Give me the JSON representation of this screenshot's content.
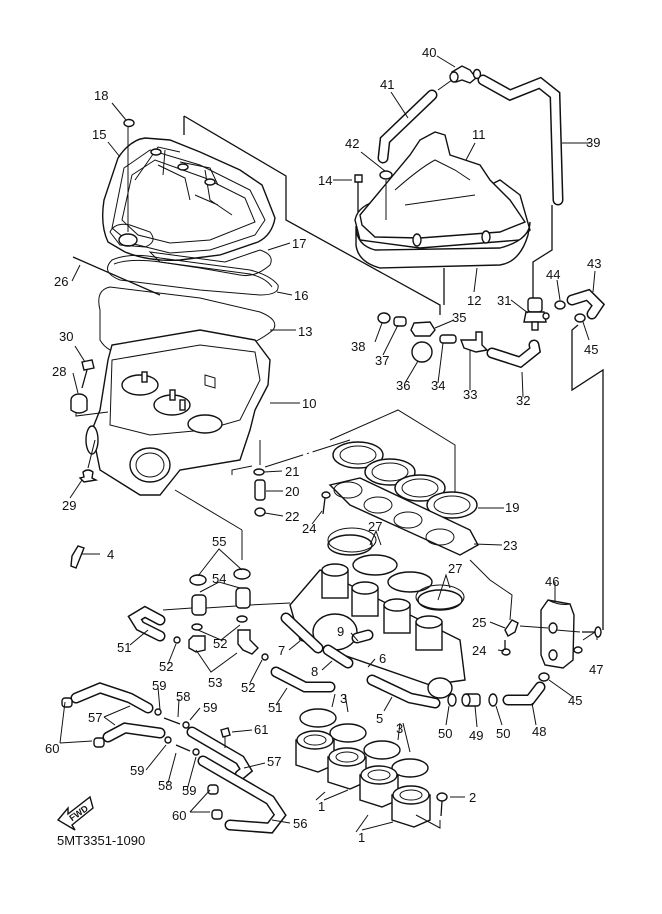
{
  "diagram": {
    "title": "Intake / Air Filter Case Exploded Parts Diagram",
    "drawing_code": "5MT3351-1090",
    "direction_indicator": "FWD",
    "callouts": [
      {
        "id": "c18",
        "number": "18",
        "part": "grommet"
      },
      {
        "id": "c15",
        "number": "15",
        "part": "air-filter-case-cover"
      },
      {
        "id": "c17",
        "number": "17",
        "part": "element-gasket"
      },
      {
        "id": "c16",
        "number": "16",
        "part": "seal"
      },
      {
        "id": "c26",
        "number": "26",
        "part": "rod"
      },
      {
        "id": "c13",
        "number": "13",
        "part": "case-seal"
      },
      {
        "id": "c30",
        "number": "30",
        "part": "bolt"
      },
      {
        "id": "c28",
        "number": "28",
        "part": "damper"
      },
      {
        "id": "c10",
        "number": "10",
        "part": "air-filter-case"
      },
      {
        "id": "c29",
        "number": "29",
        "part": "collar"
      },
      {
        "id": "c21",
        "number": "21",
        "part": "clip"
      },
      {
        "id": "c20",
        "number": "20",
        "part": "collar"
      },
      {
        "id": "c22",
        "number": "22",
        "part": "screw"
      },
      {
        "id": "c24a",
        "number": "24",
        "part": "screw"
      },
      {
        "id": "c4",
        "number": "4",
        "part": "bracket"
      },
      {
        "id": "c55",
        "number": "55",
        "part": "clamp"
      },
      {
        "id": "c54",
        "number": "54",
        "part": "joint"
      },
      {
        "id": "c51a",
        "number": "51",
        "part": "hose"
      },
      {
        "id": "c52a",
        "number": "52",
        "part": "clip"
      },
      {
        "id": "c52b",
        "number": "52",
        "part": "clip"
      },
      {
        "id": "c53",
        "number": "53",
        "part": "joint"
      },
      {
        "id": "c52c",
        "number": "52",
        "part": "clip"
      },
      {
        "id": "c51b",
        "number": "51",
        "part": "hose"
      },
      {
        "id": "c7",
        "number": "7",
        "part": "hose"
      },
      {
        "id": "c8",
        "number": "8",
        "part": "hose"
      },
      {
        "id": "c9",
        "number": "9",
        "part": "hose"
      },
      {
        "id": "c6",
        "number": "6",
        "part": "clip"
      },
      {
        "id": "c5",
        "number": "5",
        "part": "hose"
      },
      {
        "id": "c40",
        "number": "40",
        "part": "elbow-joint"
      },
      {
        "id": "c41",
        "number": "41",
        "part": "hose"
      },
      {
        "id": "c39",
        "number": "39",
        "part": "hose"
      },
      {
        "id": "c11",
        "number": "11",
        "part": "cover"
      },
      {
        "id": "c42",
        "number": "42",
        "part": "grommet"
      },
      {
        "id": "c14",
        "number": "14",
        "part": "screw"
      },
      {
        "id": "c12",
        "number": "12",
        "part": "seal"
      },
      {
        "id": "c31",
        "number": "31",
        "part": "valve"
      },
      {
        "id": "c44",
        "number": "44",
        "part": "clip"
      },
      {
        "id": "c43",
        "number": "43",
        "part": "hose"
      },
      {
        "id": "c45a",
        "number": "45",
        "part": "clip"
      },
      {
        "id": "c35",
        "number": "35",
        "part": "joint"
      },
      {
        "id": "c38",
        "number": "38",
        "part": "nut"
      },
      {
        "id": "c37",
        "number": "37",
        "part": "collar"
      },
      {
        "id": "c36",
        "number": "36",
        "part": "damper"
      },
      {
        "id": "c34",
        "number": "34",
        "part": "hose"
      },
      {
        "id": "c33",
        "number": "33",
        "part": "t-joint"
      },
      {
        "id": "c32",
        "number": "32",
        "part": "hose"
      },
      {
        "id": "c19",
        "number": "19",
        "part": "joint-set"
      },
      {
        "id": "c23",
        "number": "23",
        "part": "gasket-plate"
      },
      {
        "id": "c27a",
        "number": "27",
        "part": "clamp"
      },
      {
        "id": "c27b",
        "number": "27",
        "part": "clamp"
      },
      {
        "id": "c46",
        "number": "46",
        "part": "tank"
      },
      {
        "id": "c25",
        "number": "25",
        "part": "bracket"
      },
      {
        "id": "c24b",
        "number": "24",
        "part": "screw"
      },
      {
        "id": "c47",
        "number": "47",
        "part": "bolt"
      },
      {
        "id": "c45b",
        "number": "45",
        "part": "clip"
      },
      {
        "id": "c50a",
        "number": "50",
        "part": "clip"
      },
      {
        "id": "c49",
        "number": "49",
        "part": "joint"
      },
      {
        "id": "c50b",
        "number": "50",
        "part": "clip"
      },
      {
        "id": "c48",
        "number": "48",
        "part": "hose"
      },
      {
        "id": "c3a",
        "number": "3",
        "part": "clamp"
      },
      {
        "id": "c3b",
        "number": "3",
        "part": "clamp"
      },
      {
        "id": "c1a",
        "number": "1",
        "part": "intake-boot"
      },
      {
        "id": "c1b",
        "number": "1",
        "part": "intake-boot"
      },
      {
        "id": "c2",
        "number": "2",
        "part": "screw"
      },
      {
        "id": "c59a",
        "number": "59",
        "part": "clip"
      },
      {
        "id": "c58a",
        "number": "58",
        "part": "joint"
      },
      {
        "id": "c59b",
        "number": "59",
        "part": "clip"
      },
      {
        "id": "c57a",
        "number": "57",
        "part": "hose"
      },
      {
        "id": "c60a",
        "number": "60",
        "part": "plug"
      },
      {
        "id": "c61",
        "number": "61",
        "part": "clamp"
      },
      {
        "id": "c59c",
        "number": "59",
        "part": "clip"
      },
      {
        "id": "c58b",
        "number": "58",
        "part": "joint"
      },
      {
        "id": "c59d",
        "number": "59",
        "part": "clip"
      },
      {
        "id": "c57b",
        "number": "57",
        "part": "hose"
      },
      {
        "id": "c60b",
        "number": "60",
        "part": "plug"
      },
      {
        "id": "c56",
        "number": "56",
        "part": "hose"
      }
    ]
  }
}
